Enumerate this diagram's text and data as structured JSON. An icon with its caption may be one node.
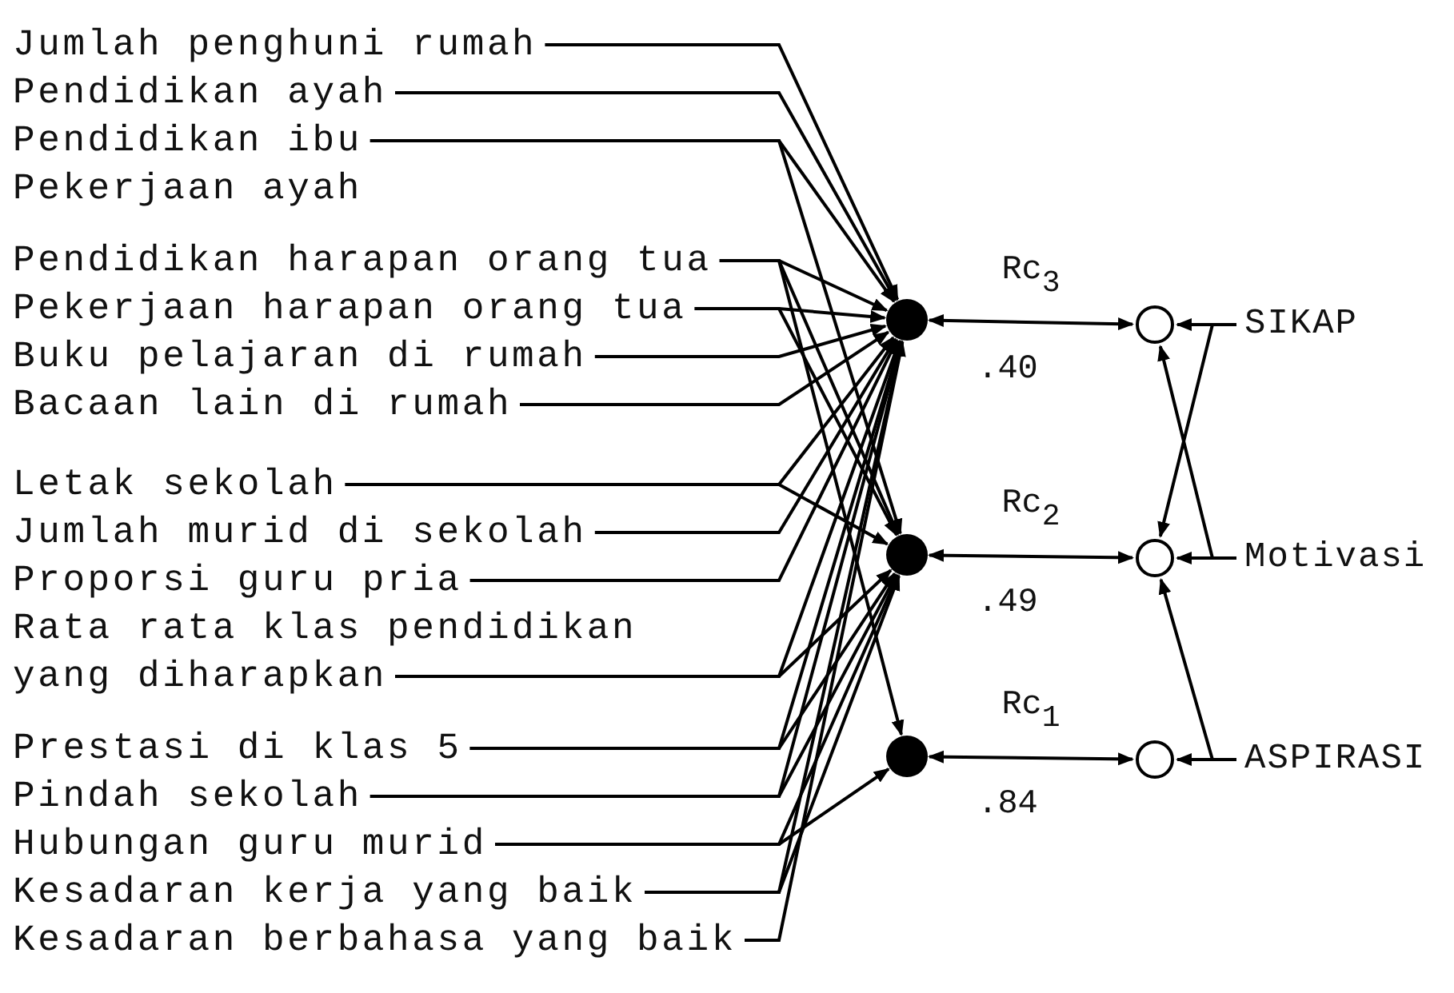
{
  "diagram": {
    "nodes": [
      {
        "text": [
          "Jumlah penghuni rumah"
        ]
      },
      {
        "text": [
          "Pendidikan ayah"
        ]
      },
      {
        "text": [
          "Pendidikan ibu"
        ]
      },
      {
        "text": [
          "Pekerjaan ayah"
        ]
      },
      {
        "text": [
          "Pendidikan harapan orang tua"
        ]
      },
      {
        "text": [
          "Pekerjaan harapan orang tua"
        ]
      },
      {
        "text": [
          "Buku pelajaran di rumah"
        ]
      },
      {
        "text": [
          "Bacaan lain di rumah"
        ]
      },
      {
        "text": [
          "Letak sekolah"
        ]
      },
      {
        "text": [
          "Jumlah murid di sekolah"
        ]
      },
      {
        "text": [
          "Proporsi guru pria"
        ]
      },
      {
        "text": [
          "Rata rata klas pendidikan yang diharapkan"
        ]
      },
      {
        "text": [
          "Prestasi di klas 5"
        ]
      },
      {
        "text": [
          "Pindah sekolah"
        ]
      },
      {
        "text": [
          "Hubungan guru murid"
        ]
      },
      {
        "text": [
          "Kesadaran kerja yang baik"
        ]
      },
      {
        "text": [
          "Kesadaran berbahasa yang baik"
        ]
      },
      {
        "text": [],
        "shape": "circle"
      },
      {
        "text": [],
        "shape": "circle"
      },
      {
        "text": [],
        "shape": "circle"
      },
      {
        "text": [],
        "shape": "circle"
      },
      {
        "text": [],
        "shape": "circle"
      },
      {
        "text": [],
        "shape": "circle"
      },
      {
        "text": [
          "SIKAP"
        ]
      },
      {
        "text": [
          "Motivasi"
        ]
      },
      {
        "text": [
          "ASPIRASI"
        ]
      }
    ],
    "edges": [
      {
        "from": 0,
        "to": 17,
        "arrow": "to"
      },
      {
        "from": 1,
        "to": 17,
        "arrow": "to"
      },
      {
        "from": 2,
        "to": 17,
        "arrow": "to"
      },
      {
        "from": 2,
        "to": 18,
        "arrow": "to"
      },
      {
        "from": 4,
        "to": 17,
        "arrow": "to"
      },
      {
        "from": 4,
        "to": 18,
        "arrow": "to"
      },
      {
        "from": 4,
        "to": 19,
        "arrow": "to"
      },
      {
        "from": 5,
        "to": 17,
        "arrow": "to"
      },
      {
        "from": 5,
        "to": 18,
        "arrow": "to"
      },
      {
        "from": 6,
        "to": 17,
        "arrow": "to"
      },
      {
        "from": 7,
        "to": 17,
        "arrow": "to"
      },
      {
        "from": 8,
        "to": 17,
        "arrow": "to"
      },
      {
        "from": 8,
        "to": 18,
        "arrow": "to"
      },
      {
        "from": 9,
        "to": 17,
        "arrow": "to"
      },
      {
        "from": 10,
        "to": 17,
        "arrow": "to"
      },
      {
        "from": 11,
        "to": 17,
        "arrow": "to"
      },
      {
        "from": 11,
        "to": 18,
        "arrow": "to"
      },
      {
        "from": 12,
        "to": 17,
        "arrow": "to"
      },
      {
        "from": 12,
        "to": 18,
        "arrow": "to"
      },
      {
        "from": 13,
        "to": 17,
        "arrow": "to"
      },
      {
        "from": 13,
        "to": 18,
        "arrow": "to"
      },
      {
        "from": 14,
        "to": 18,
        "arrow": "to"
      },
      {
        "from": 14,
        "to": 19,
        "arrow": "to"
      },
      {
        "from": 15,
        "to": 17,
        "arrow": "to"
      },
      {
        "from": 15,
        "to": 18,
        "arrow": "to"
      },
      {
        "from": 16,
        "to": 17,
        "arrow": "to"
      },
      {
        "from": 17,
        "to": 20,
        "arrow": "both",
        "label": "Rc$_{3}$"
      },
      {
        "from": 18,
        "to": 21,
        "arrow": "both",
        "label": "Rc$_{2}$"
      },
      {
        "from": 19,
        "to": 22,
        "arrow": "both",
        "label": "Rc$_{1}$"
      },
      {
        "from": 23,
        "to": 20,
        "arrow": "to"
      },
      {
        "from": 23,
        "to": 21,
        "arrow": "to"
      },
      {
        "from": 24,
        "to": 21,
        "arrow": "to"
      },
      {
        "from": 24,
        "to": 20,
        "arrow": "to"
      },
      {
        "from": 25,
        "to": 22,
        "arrow": "to"
      },
      {
        "from": 25,
        "to": 21,
        "arrow": "to"
      }
    ],
    "labels": [
      ".40",
      ".49",
      ".84"
    ]
  }
}
